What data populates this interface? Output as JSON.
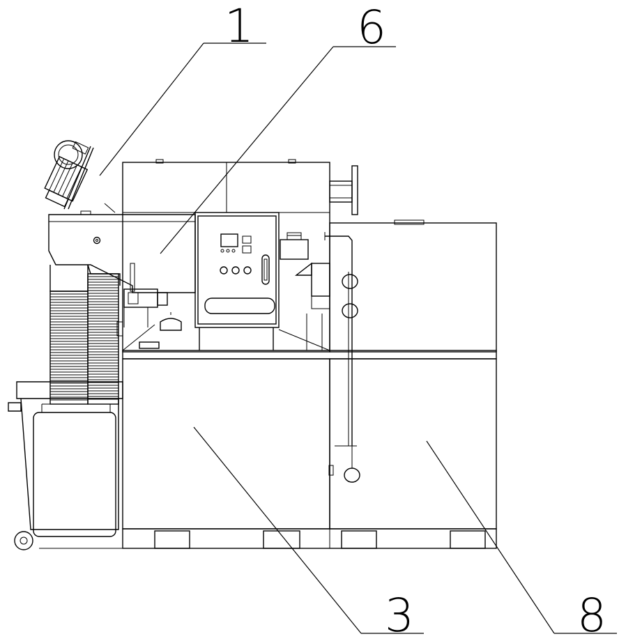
{
  "callouts": {
    "c1": "1",
    "c6": "6",
    "c3": "3",
    "c8": "8"
  },
  "colors": {
    "line": "#000000",
    "background": "#ffffff"
  }
}
